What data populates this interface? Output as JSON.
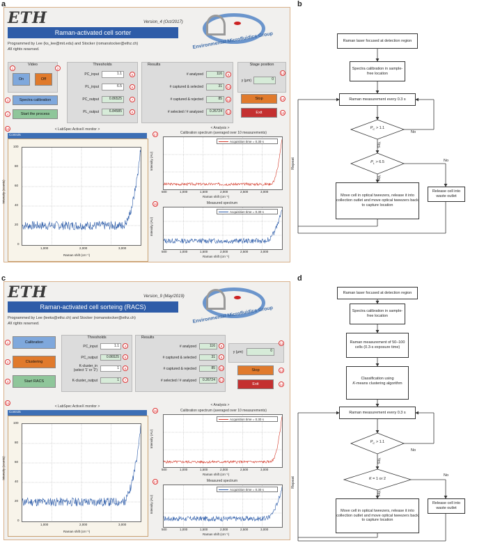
{
  "panels": {
    "a": {
      "letter": "a"
    },
    "b": {
      "letter": "b"
    },
    "c": {
      "letter": "c"
    },
    "d": {
      "letter": "d"
    }
  },
  "app_a": {
    "logo": "ETH",
    "version": "Version_4 (Oct/2017)",
    "title": "Raman-activated cell sorter",
    "byline": "Programmed by Lee (ks_lee@mit.edu) and Stocker (romanstocker@ethz.ch)",
    "rights": "All rights reserved.",
    "group_logo": "Environmental Microfluidics Group",
    "video": {
      "title": "Video",
      "on": "On",
      "off": "Off"
    },
    "buttons": {
      "calibration": "Spectra calibration",
      "start": "Start the process",
      "stop": "Stop",
      "exit": "Exit"
    },
    "thresholds": {
      "title": "Thresholds",
      "rows": [
        {
          "label": "PC_input",
          "value": "1.1"
        },
        {
          "label": "PL_input",
          "value": "6.5"
        },
        {
          "label": "PC_output",
          "value": "0.86525"
        },
        {
          "label": "PL_output",
          "value": "6.84585"
        }
      ]
    },
    "results": {
      "title": "Results",
      "rows": [
        {
          "label": "# analyzed",
          "value": "116"
        },
        {
          "label": "# captured & selected",
          "value": "31"
        },
        {
          "label": "# captured & rejected",
          "value": "85"
        },
        {
          "label": "# selected / # analyzed",
          "value": "0.26724"
        }
      ]
    },
    "stage": {
      "title": "Stage position",
      "label": "y (μm)",
      "value": "0"
    },
    "numbers": [
      "1",
      "2",
      "3",
      "4",
      "5",
      "6",
      "7",
      "8",
      "9",
      "10",
      "11",
      "12",
      "13",
      "14",
      "15",
      "16",
      "17",
      "18",
      "19"
    ],
    "monitor": {
      "header": "< LabSpec ActiveX monitor >",
      "tab": "Controls",
      "ylabel": "Intensity (counts)",
      "xlabel": "Raman shift (cm⁻¹)",
      "yticks": [
        "100",
        "80",
        "60",
        "40",
        "20",
        "0"
      ],
      "xticks": [
        "1,000",
        "2,000",
        "3,000"
      ]
    },
    "analysis": {
      "header": "< Analysis >",
      "cal_title": "Calibration spectrum (averaged over 10 measurements)",
      "meas_title": "Measured spectrum",
      "ylabel": "Intensity (AU)",
      "xlabel": "Raman shift (cm⁻¹)",
      "legend": "Acquisition time = 0.30 s",
      "xticks": [
        "500",
        "1,000",
        "1,500",
        "2,000",
        "2,500",
        "3,000"
      ]
    }
  },
  "app_c": {
    "logo": "ETH",
    "version": "Version_9 (May/2019)",
    "title": "Raman-activated cell sorteing (RACS)",
    "byline": "Programmed by Lee (leeks@ethz.ch) and Stocker (romanstocker@ethz.ch)",
    "rights": "All rights reserved.",
    "group_logo": "Environmental Microfluidics Group",
    "buttons": {
      "calibration": "Calibration",
      "clustering": "Clustering",
      "start": "Start RACS",
      "stop": "Stop",
      "exit": "Exit"
    },
    "thresholds": {
      "title": "Thresholds",
      "rows": [
        {
          "label": "PC_input",
          "value": "1.1"
        },
        {
          "label": "PC_output",
          "value": "0.86525"
        },
        {
          "label": "K-cluster_in",
          "label2": "(select '1' or '2')",
          "value": "1"
        },
        {
          "label": "K-cluster_output",
          "value": "1"
        }
      ]
    },
    "results": {
      "title": "Results",
      "rows": [
        {
          "label": "# analyzed",
          "value": "116"
        },
        {
          "label": "# captured & selected",
          "value": "31"
        },
        {
          "label": "# captured & rejected",
          "value": "85"
        },
        {
          "label": "# selected / # analyzed",
          "value": "0.26724"
        }
      ]
    },
    "stage": {
      "label": "y (μm)",
      "value": "0"
    },
    "numbers": [
      "1",
      "2",
      "3",
      "4",
      "5",
      "6",
      "7",
      "8",
      "9",
      "10",
      "11",
      "12",
      "13",
      "14",
      "15",
      "16",
      "17"
    ],
    "monitor": {
      "header": "< LabSpec ActiveX monitor >",
      "tab": "Controls",
      "ylabel": "Intensity (counts)",
      "xlabel": "Raman shift (cm⁻¹)",
      "yticks": [
        "100",
        "80",
        "60",
        "40",
        "20",
        "0"
      ],
      "xticks": [
        "1,000",
        "2,000",
        "3,000"
      ]
    },
    "analysis": {
      "header": "< Analysis >",
      "cal_title": "Calibration spectrum (averaged over 10 measurements)",
      "meas_title": "Measured spectrum",
      "ylabel": "Intensity (AU)",
      "xlabel": "Raman shift (cm⁻¹)",
      "legend": "Acquisition time = 0.30 s",
      "xticks": [
        "500",
        "1,000",
        "1,500",
        "2,000",
        "2,500",
        "3,000"
      ]
    }
  },
  "flow_b": {
    "laser": "Raman laser focused at detection region",
    "calibration": "Spectra calibration in sample-free location",
    "measurement": "Raman measurement every 0.3 s",
    "decision1_sym": "P",
    "decision1_sub": "C",
    "decision1_rest": " > 1.1",
    "decision2_sym": "P",
    "decision2_sub": "L",
    "decision2_rest": " > 6.5",
    "yes": "Yes",
    "no": "No",
    "move": "Move cell in optical tweezers, release it into collection outlet and move optical tweezers back to capture location",
    "release": "Release cell into waste outlet",
    "repeat": "Repeat"
  },
  "flow_d": {
    "laser": "Raman laser focused at detection region",
    "calibration": "Spectra calibration in sample-free location",
    "measure_batch": "Raman measurement of 50–100 cells (0.3-s exposure time)",
    "classification_a": "Classification using",
    "classification_k": "K",
    "classification_b": "-means clustering algorithm",
    "measurement": "Raman measurement every 0.3 s",
    "decision1_sym": "P",
    "decision1_sub": "C",
    "decision1_rest": " > 1.1",
    "decision2_k": "K",
    "decision2_rest": " = 1 or 2",
    "yes": "Yes",
    "no": "No",
    "move": "Move cell in optical tweezers, release it into collection outlet and move optical tweezers back to capture location",
    "release": "Release cell into waste outlet",
    "repeat": "Repeat"
  },
  "colors": {
    "title_blue": "#2e5ca8",
    "btn_blue": "#7fa8dc",
    "btn_orange": "#e07a2c",
    "btn_green": "#8fc69a",
    "btn_red": "#c43030",
    "spectrum_blue": "#2a5aa8",
    "spectrum_red": "#d43a2a",
    "num_red": "#dd3333"
  }
}
